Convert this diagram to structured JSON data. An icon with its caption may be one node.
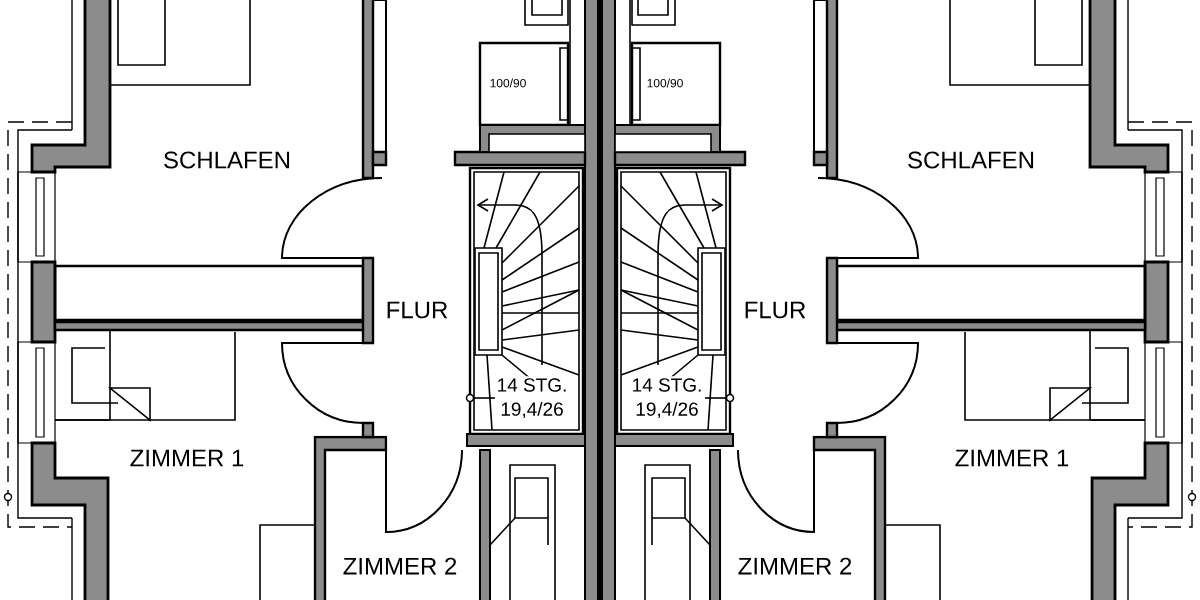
{
  "diagram": {
    "labels": [
      "100/90",
      "100/90",
      "SCHLAFEN",
      "SCHLAFEN",
      "FLUR",
      "FLUR",
      "14 STG.",
      "14 STG.",
      "19,4/26",
      "19,4/26",
      "ZIMMER 1",
      "ZIMMER 1",
      "ZIMMER 2",
      "ZIMMER 2"
    ]
  }
}
